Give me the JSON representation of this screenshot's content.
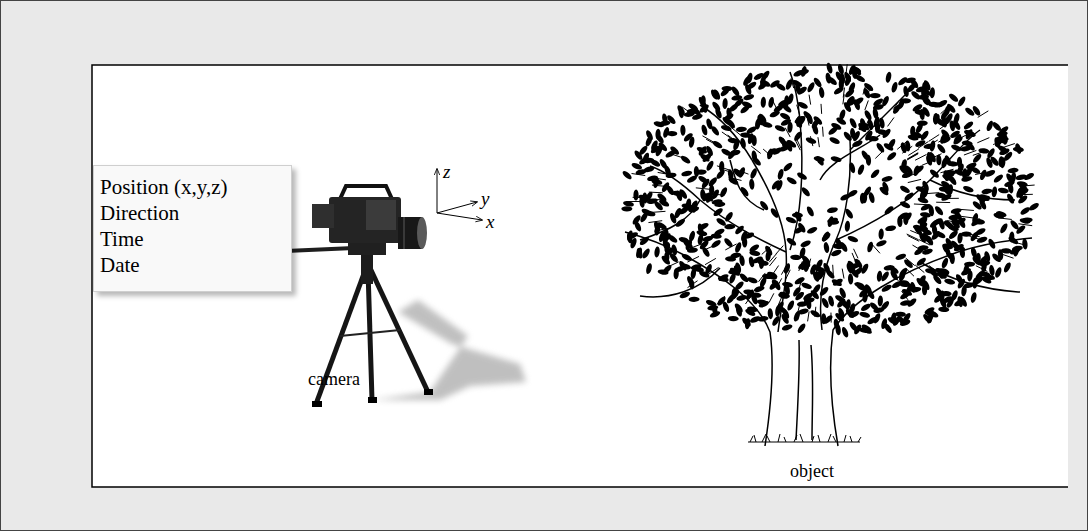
{
  "diagram": {
    "nodes": [
      {
        "text": [
          "Position (x,y,z)",
          "Direction",
          "Time",
          "Date"
        ]
      }
    ],
    "labels": [
      "z",
      "y",
      "x",
      "camera",
      "object"
    ]
  }
}
